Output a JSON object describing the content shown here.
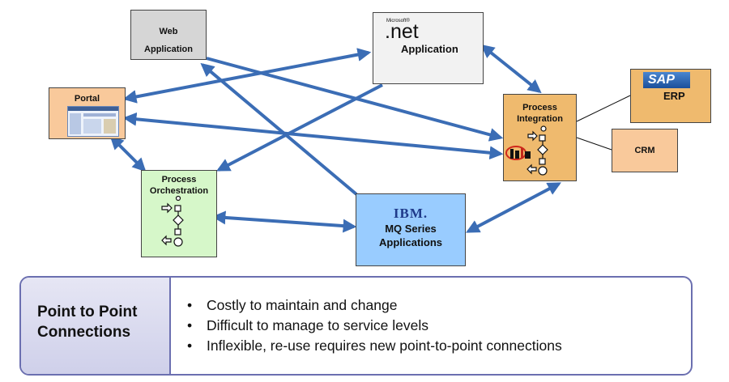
{
  "nodes": {
    "web_application": {
      "label_line1": "Web",
      "label_line2": "Application"
    },
    "net_application": {
      "logo_small": "Microsoft®",
      "logo": ".net",
      "label": "Application"
    },
    "portal": {
      "label": "Portal"
    },
    "process_integration": {
      "label_line1": "Process",
      "label_line2": "Integration"
    },
    "erp": {
      "logo": "SAP",
      "label": "ERP"
    },
    "crm": {
      "label": "CRM"
    },
    "process_orchestration": {
      "label_line1": "Process",
      "label_line2": "Orchestration"
    },
    "mq_series": {
      "logo": "IBM.",
      "label_line1": "MQ Series",
      "label_line2": "Applications"
    }
  },
  "caption": {
    "title_line1": "Point to Point",
    "title_line2": "Connections",
    "bullets": [
      "Costly to maintain and change",
      "Difficult to manage to service levels",
      "Inflexible, re-use requires new point-to-point connections"
    ]
  },
  "colors": {
    "arrow": "#3b6db5",
    "web_fill": "#d6d6d6",
    "net_fill": "#f2f2f2",
    "portal_fill": "#f9c99b",
    "integration_fill": "#efba6e",
    "erp_fill": "#efba6e",
    "crm_fill": "#f9c99b",
    "orchestration_fill": "#d6f7c9",
    "mq_fill": "#99ccff"
  }
}
